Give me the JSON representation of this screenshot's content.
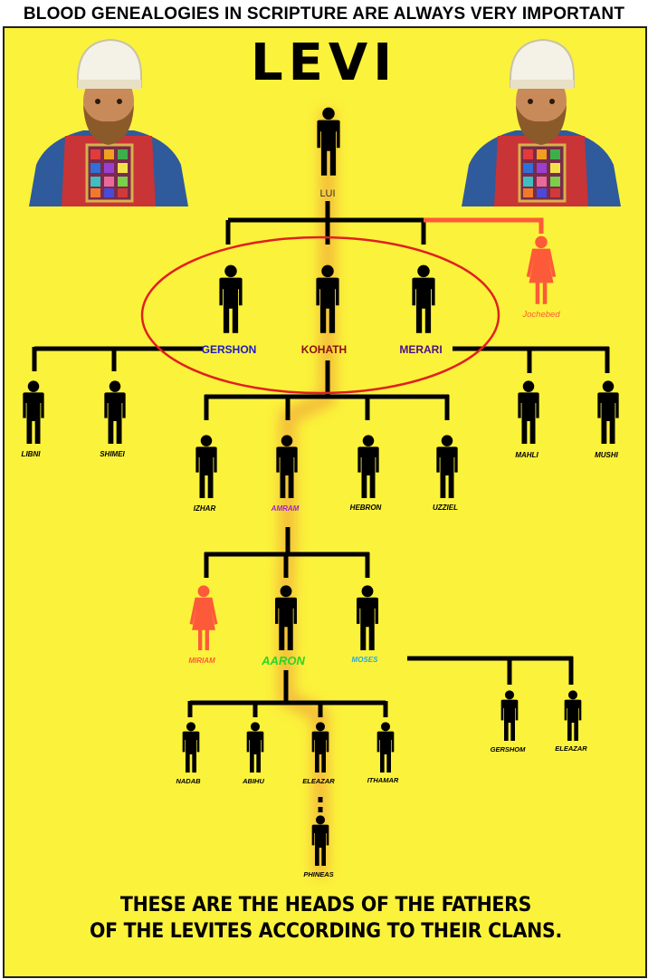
{
  "banner": "BLOOD GENEALOGIES IN SCRIPTURE ARE ALWAYS VERY IMPORTANT",
  "title": "LEVI",
  "footer": {
    "line1": "THESE ARE THE HEADS OF THE FATHERS",
    "line2": "OF THE LEVITES ACCORDING TO THEIR CLANS."
  },
  "colors": {
    "background": "#fbf23b",
    "male": "#000000",
    "female": "#fd5a3a",
    "highlight_glow": "#f2b43a",
    "circle": "#e02020",
    "gershon": "#1b1bc8",
    "kohath": "#8b1010",
    "merari": "#4b0f8a",
    "amram": "#a020d0",
    "aaron": "#2ad52a",
    "moses": "#27a9e0",
    "miriam": "#fd5a3a",
    "jochebed": "#fd5a3a"
  },
  "people": {
    "lui": "LUI",
    "jochebed": "Jochebed",
    "gershon": "GERSHON",
    "kohath": "KOHATH",
    "merari": "MERARI",
    "libni": "LIBNI",
    "shimei": "SHIMEI",
    "mahli": "MAHLI",
    "mushi": "MUSHI",
    "izhar": "IZHAR",
    "amram": "AMRAM",
    "hebron": "HEBRON",
    "uzziel": "UZZIEL",
    "miriam": "MIRIAM",
    "aaron": "AARON",
    "moses": "MOSES",
    "gershom": "GERSHOM",
    "eleazar_moses": "ELEAZAR",
    "nadab": "NADAB",
    "abihu": "ABIHU",
    "eleazar": "ELEAZAR",
    "ithamar": "ITHAMAR",
    "phineas": "PHINEAS"
  }
}
